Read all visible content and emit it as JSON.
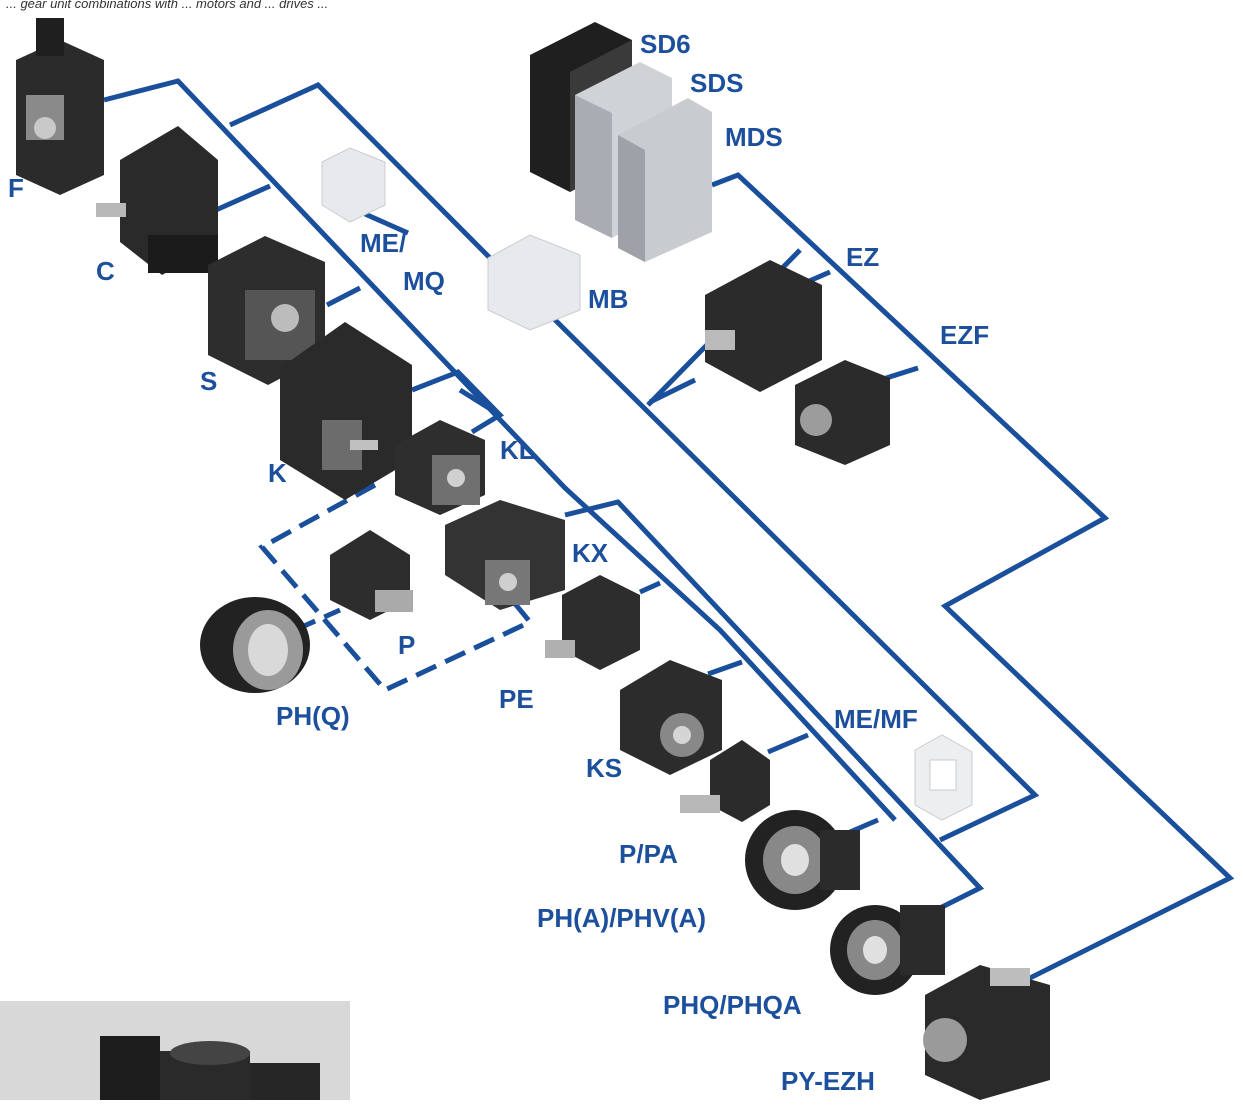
{
  "caption": "... gear unit combinations with ... motors and ... drives ...",
  "colors": {
    "line": "#1a4f9c",
    "label": "#1c4f9c",
    "product_dark": "#2b2b2b",
    "product_light": "#d9dde3"
  },
  "labels": {
    "F": "F",
    "C": "C",
    "S": "S",
    "K": "K",
    "KL": "KL",
    "KX": "KX",
    "ME_MQ_1": "ME/",
    "ME_MQ_2": "MQ",
    "MB": "MB",
    "SD6": "SD6",
    "SDS": "SDS",
    "MDS": "MDS",
    "EZ": "EZ",
    "EZF": "EZF",
    "P_left": "P",
    "PHQ_left": "PH(Q)",
    "PE": "PE",
    "KS": "KS",
    "P_PA": "P/PA",
    "PH_PHV": "PH(A)/PHV(A)",
    "PHQ_PHQA": "PHQ/PHQA",
    "ME_MF": "ME/MF",
    "PY_EZH": "PY-EZH"
  },
  "icons": [
    "gearbox-f-icon",
    "gearbox-c-icon",
    "gearbox-s-icon",
    "gearbox-k-icon",
    "gearbox-kl-icon",
    "gearbox-kx-icon",
    "gearbox-p-icon",
    "gearbox-phq-icon",
    "gearbox-pe-icon",
    "gearbox-ks-icon",
    "gearbox-ppa-icon",
    "gearbox-phphv-icon",
    "gearbox-phqa-icon",
    "motor-pyezh-icon",
    "adapter-memq-icon",
    "adapter-mb-icon",
    "adapter-memf-icon",
    "drive-sd6-icon",
    "drive-sds-icon",
    "drive-mds-icon",
    "motor-ez-icon",
    "motor-ezf-icon"
  ]
}
